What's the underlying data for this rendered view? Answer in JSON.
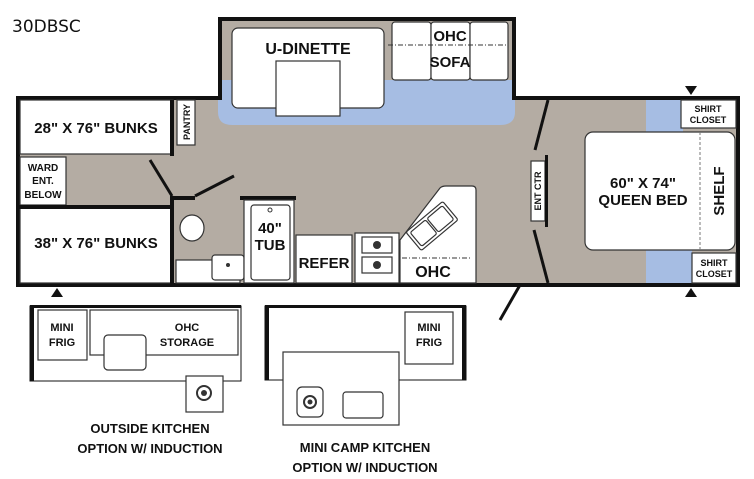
{
  "model": "30DBSC",
  "colors": {
    "floor": "#b4aca3",
    "slide_floor": "#a6bde3",
    "wall": "#111111"
  },
  "rooms": {
    "dinette": "U-DINETTE",
    "sofa_ohc": "OHC",
    "sofa": "SOFA",
    "bunks_top": "28\" X 76\" BUNKS",
    "bunks_bottom": "38\" X 76\" BUNKS",
    "pantry": "PANTRY",
    "ward": [
      "WARD",
      "ENT.",
      "BELOW"
    ],
    "tub": [
      "40\"",
      "TUB"
    ],
    "refer": "REFER",
    "kitchen_ohc": "OHC",
    "ent_ctr": "ENT CTR",
    "queen_bed": [
      "60\" X 74\"",
      "QUEEN BED"
    ],
    "shelf": "SHELF",
    "shirt_closet_top": [
      "SHIRT",
      "CLOSET"
    ],
    "shirt_closet_bottom": [
      "SHIRT",
      "CLOSET"
    ]
  },
  "options": {
    "outside_kitchen": {
      "mini_frig": [
        "MINI",
        "FRIG"
      ],
      "storage": [
        "OHC",
        "STORAGE"
      ],
      "caption": [
        "OUTSIDE KITCHEN",
        "OPTION  W/ INDUCTION"
      ]
    },
    "mini_camp_kitchen": {
      "mini_frig": [
        "MINI",
        "FRIG"
      ],
      "caption": [
        "MINI CAMP KITCHEN",
        "OPTION W/ INDUCTION"
      ]
    }
  }
}
